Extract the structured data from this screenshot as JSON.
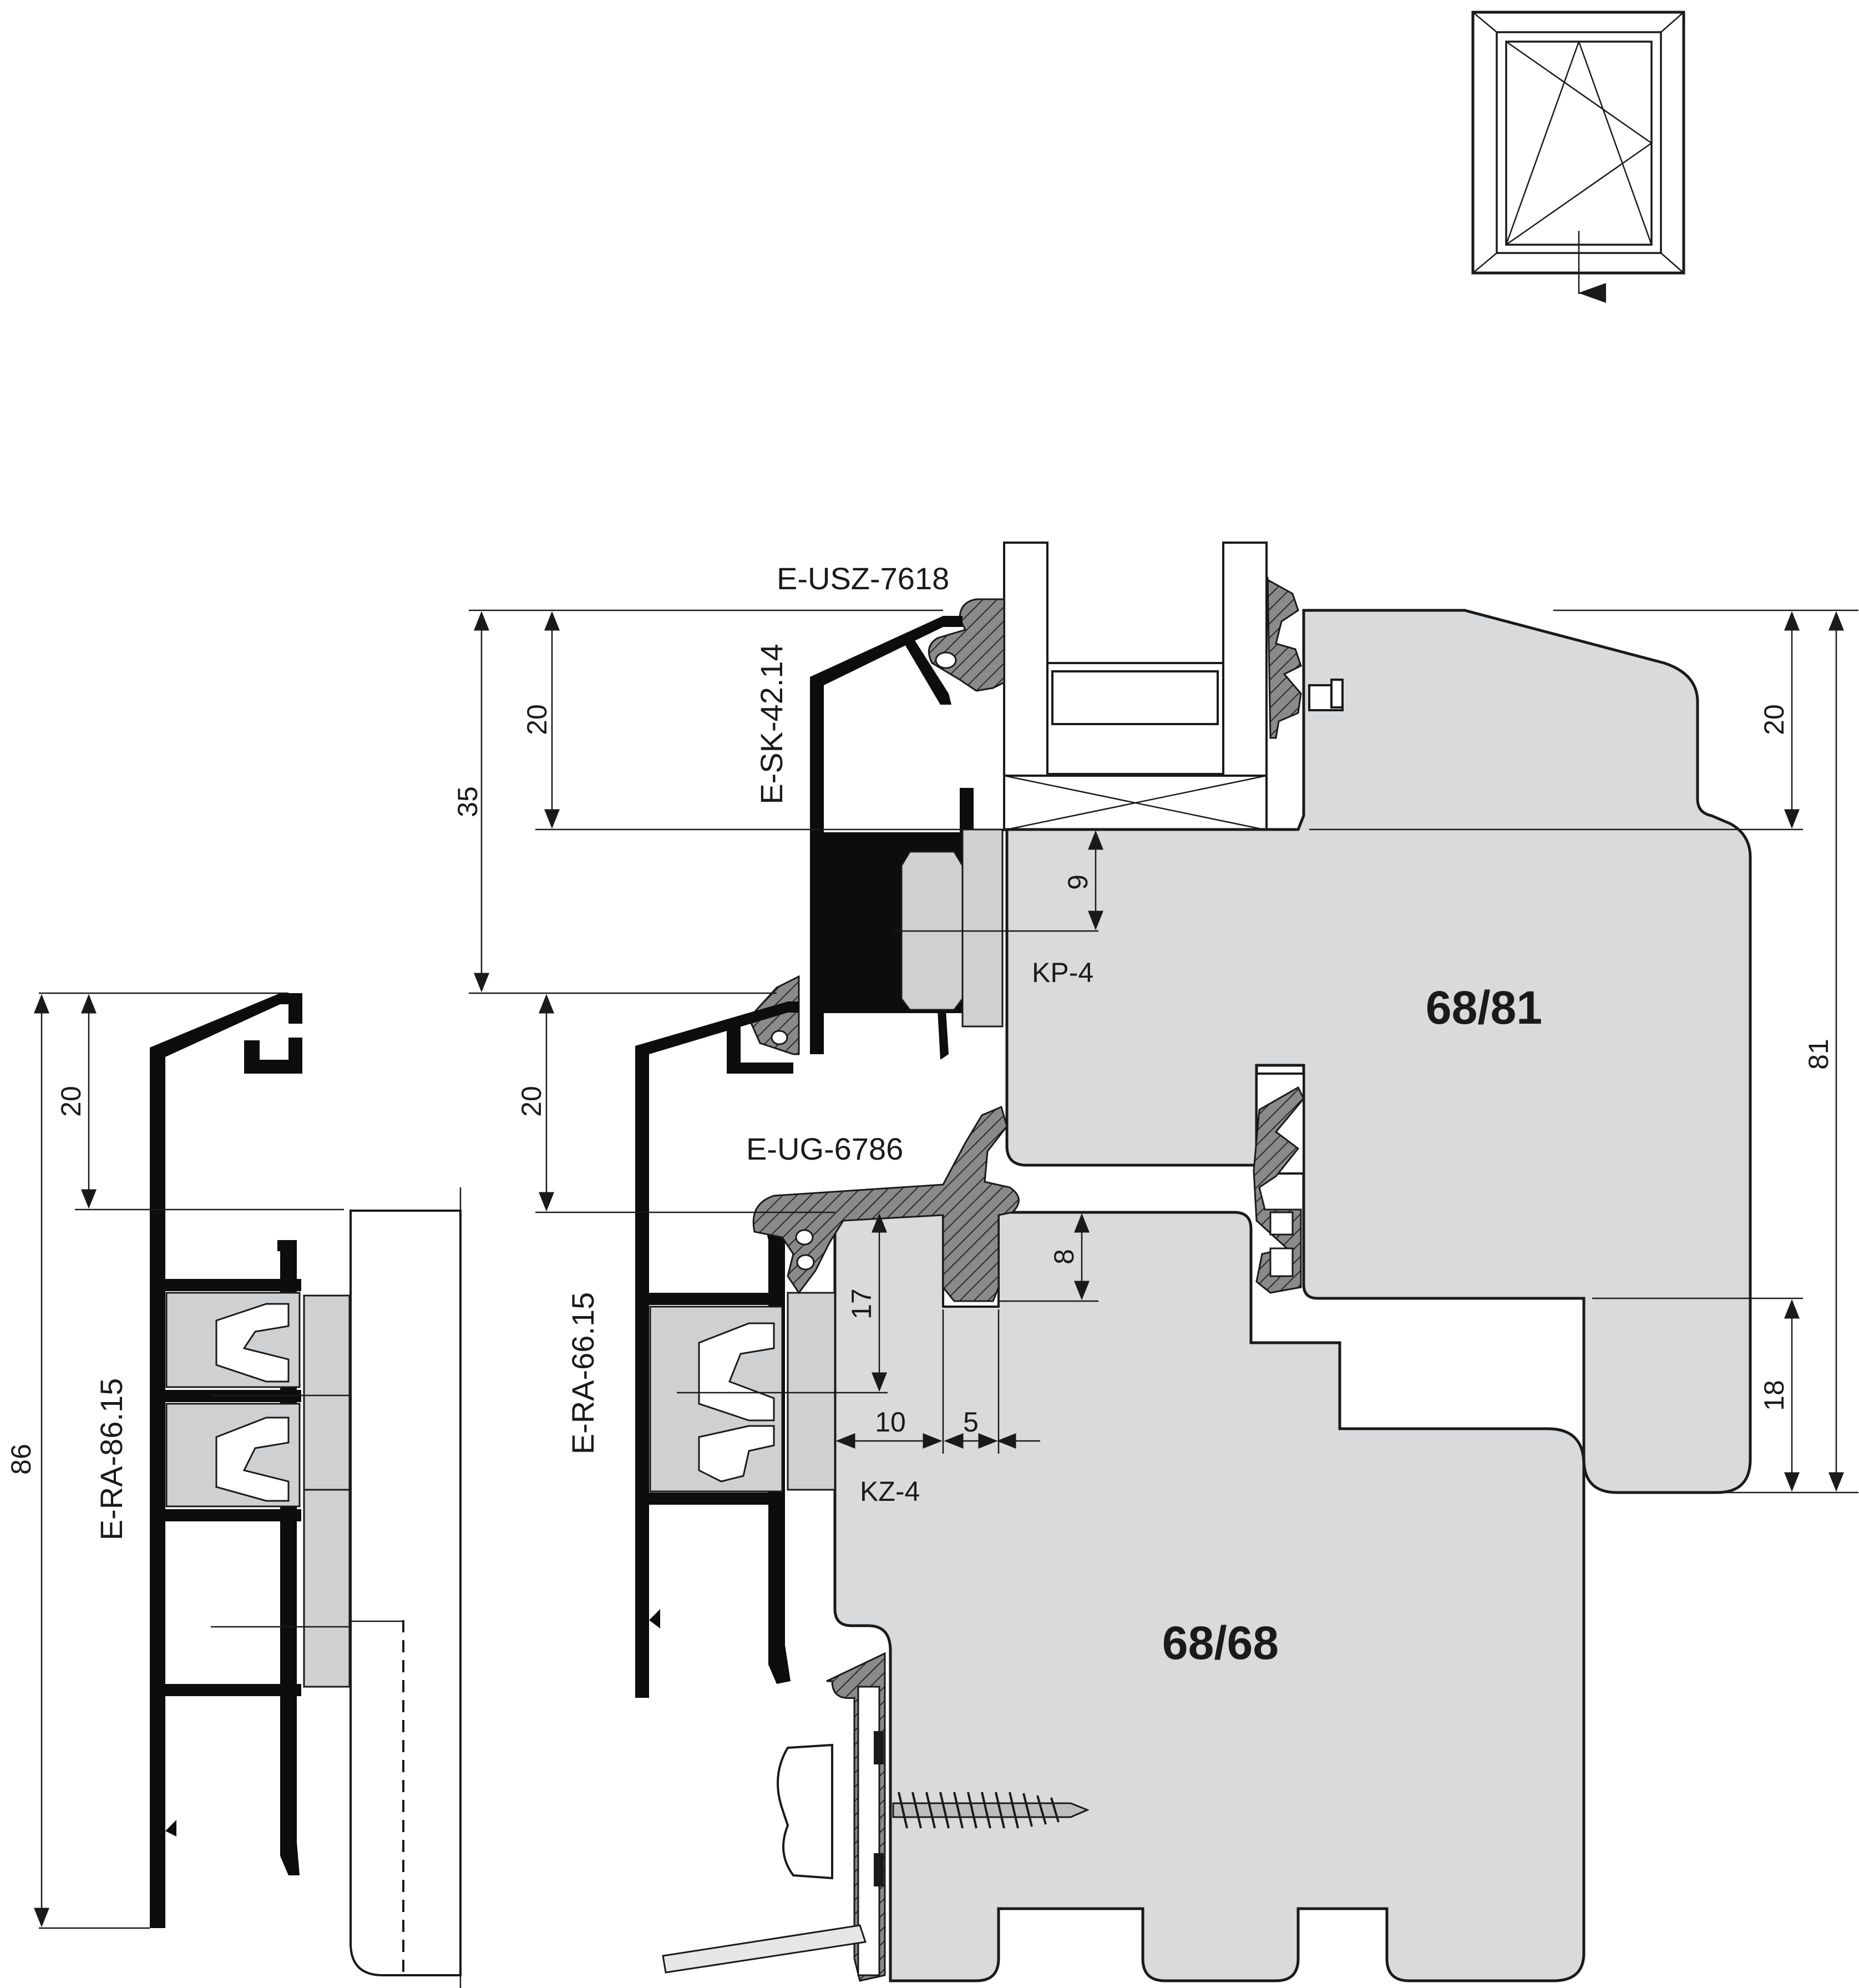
{
  "parts": {
    "usz": "E-USZ-7618",
    "sk": "E-SK-42.14",
    "ug": "E-UG-6786",
    "ra66": "E-RA-66.15",
    "ra86": "E-RA-86.15",
    "kp": "KP-4",
    "kz": "KZ-4"
  },
  "sections": {
    "sash": "68/81",
    "frame": "68/68"
  },
  "dimensions": {
    "d35": "35",
    "d20_top_left": "20",
    "d20_mid_left": "20",
    "d20_ra86": "20",
    "d86": "86",
    "d9": "9",
    "d8": "8",
    "d17": "17",
    "d10": "10",
    "d5": "5",
    "d20_right": "20",
    "d81": "81",
    "d18": "18"
  },
  "icons": {
    "window_symbol": "tilt-turn-window-icon"
  },
  "colors": {
    "wood": "#d9dadb",
    "aluminium": "#0d0d0d",
    "gasket": "#7d7d7d",
    "clip": "#cfd0d1"
  }
}
